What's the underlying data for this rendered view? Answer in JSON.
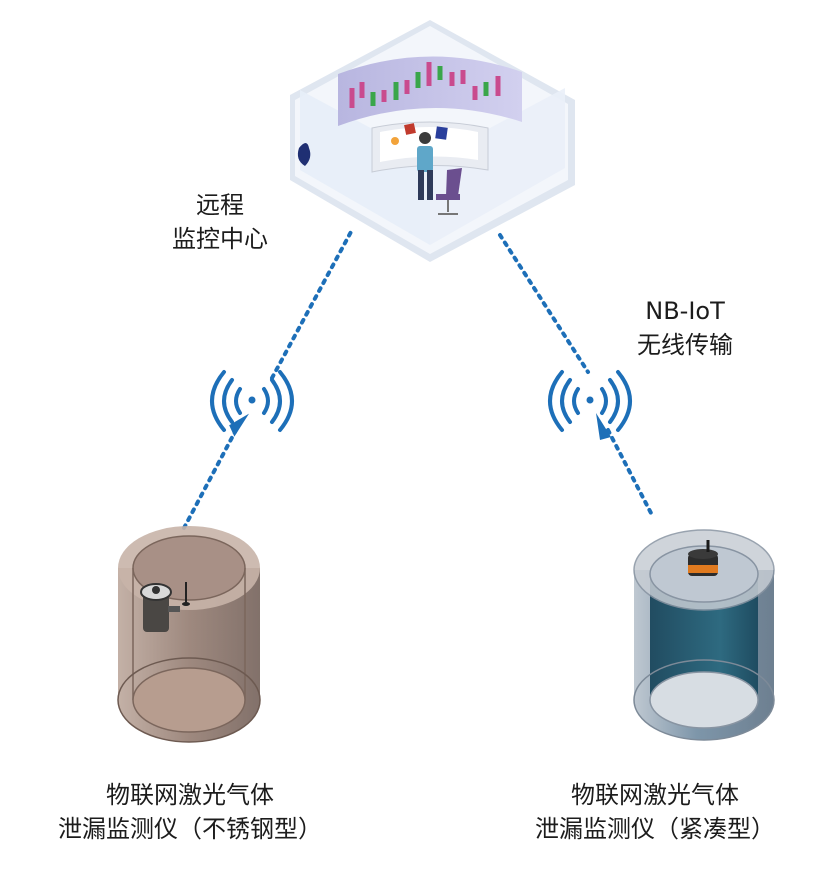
{
  "center": {
    "line1": "远程",
    "line2": "监控中心"
  },
  "link": {
    "line1": "NB-IoT",
    "line2": "无线传输"
  },
  "device_left": {
    "line1": "物联网激光气体",
    "line2": "泄漏监测仪（不锈钢型）"
  },
  "device_right": {
    "line1": "物联网激光气体",
    "line2": "泄漏监测仪（紧凑型）"
  },
  "colors": {
    "link_blue": "#1d6fb8",
    "steel_tank": "#8a6f62",
    "compact_tank": "#2d5f73",
    "room_floor": "#eef2f8",
    "screen": "#c9c6e6"
  }
}
